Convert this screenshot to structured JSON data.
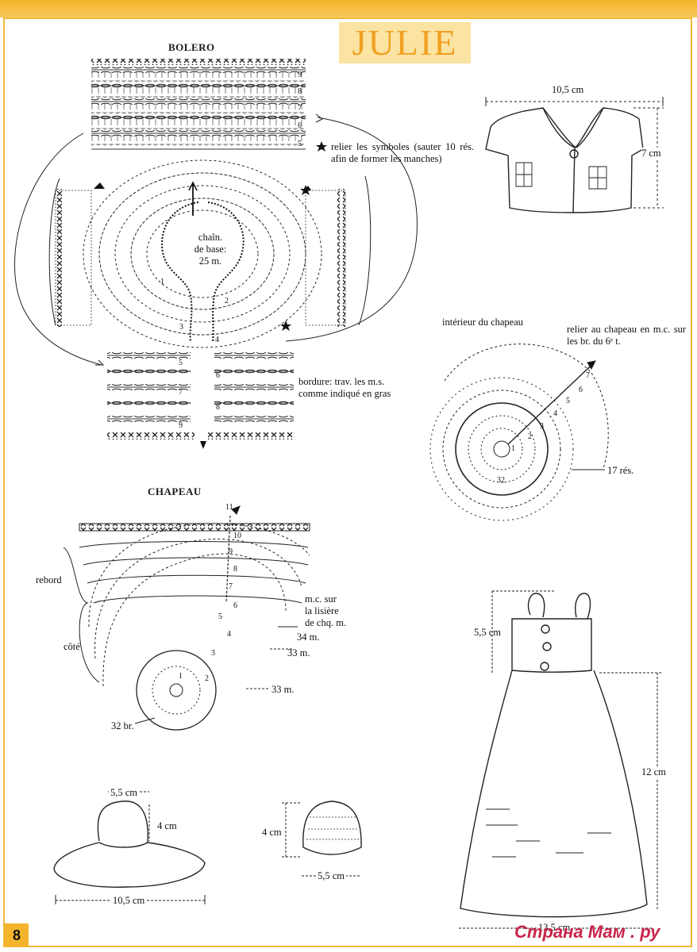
{
  "title": "JULIE",
  "page_number": "8",
  "watermark": "Страна Мам . ру",
  "colors": {
    "accent": "#f4b52c",
    "title": "#f0a020",
    "title_bg": "#fbe3a2",
    "watermark": "#c8264a"
  },
  "bolero": {
    "heading": "BOLERO",
    "base_chain": "chaîn.\nde base:\n25 m.",
    "join_note": "relier les symboles (sauter 10 rés. afin de former les manches)",
    "border_note": "bordure: trav. les m.s. comme indiqué en gras",
    "row_numbers": [
      "9",
      "8",
      "7",
      "6",
      "5"
    ],
    "lower_rows": [
      "5",
      "6",
      "7",
      "8",
      "9"
    ],
    "center_rows": [
      "1",
      "2",
      "3",
      "4"
    ]
  },
  "jacket_sketch": {
    "width_label": "10,5 cm",
    "height_label": "7 cm"
  },
  "hat_inside": {
    "heading": "intérieur du chapeau",
    "join_note": "relier au chapeau en m.c. sur les br. du 6ᵉ t.",
    "rows_label": "17 rés.",
    "center_count": "32",
    "row_numbers": [
      "1",
      "2",
      "3",
      "4",
      "5",
      "6",
      "7"
    ]
  },
  "chapeau": {
    "heading": "CHAPEAU",
    "rebord": "rebord",
    "cote": "côté",
    "mc_note": "m.c. sur\nla lisière\nde chq. m.",
    "count_34": "34 m.",
    "count_33a": "33 m.",
    "count_33b": "33 m.",
    "count_32": "32 br.",
    "row_numbers": [
      "11",
      "10",
      "9",
      "8",
      "7",
      "6",
      "5",
      "4",
      "3",
      "2",
      "1"
    ]
  },
  "hat_sketch": {
    "top_label": "5,5 cm",
    "height_label": "4 cm",
    "width_label": "10,5 cm"
  },
  "cap_sketch": {
    "height_label": "4 cm",
    "width_label": "5,5 cm"
  },
  "dress_sketch": {
    "top_label": "5,5 cm",
    "length_label": "12 cm",
    "bottom_label": "13,5 cm"
  }
}
